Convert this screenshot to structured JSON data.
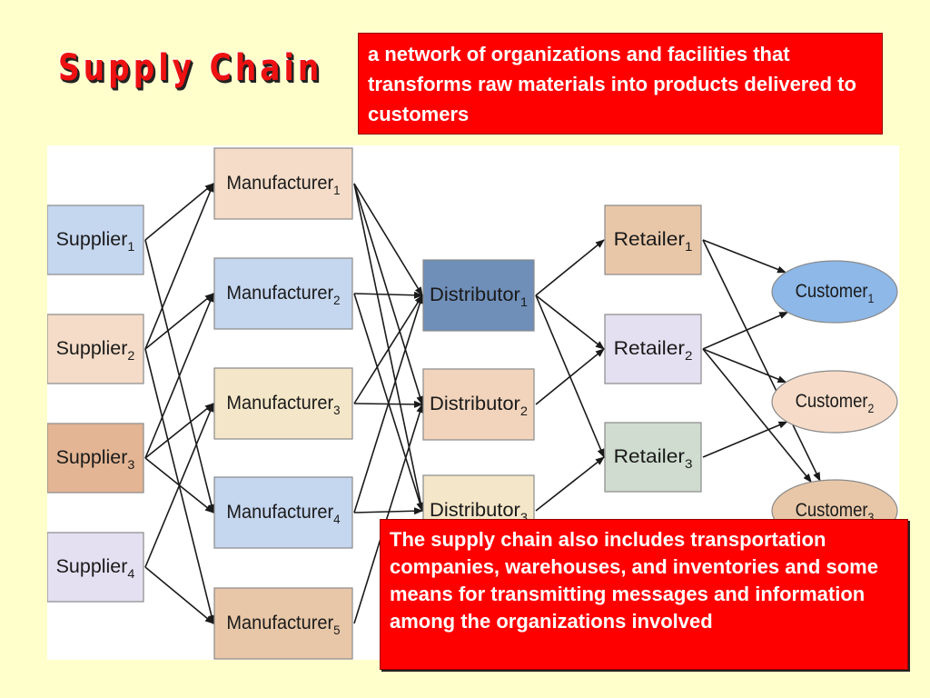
{
  "title": "Supply Chain",
  "definition": "a network of organizations and facilities that transforms raw materials into products delivered to customers",
  "note": "The supply chain also includes transportation companies, warehouses, and inventories and some means for transmitting messages and information among the organizations involved",
  "colors": {
    "slide_background": "#ffffcc",
    "title": "#ee1111",
    "callout": "#ff0000",
    "supplier_1": "#c5d6ef",
    "supplier_2": "#f4dcc8",
    "supplier_3": "#e3b594",
    "supplier_4": "#e4e0f1",
    "manufacturer_1": "#f4dcc8",
    "manufacturer_2": "#c5d6ef",
    "manufacturer_3": "#f4e6c8",
    "manufacturer_4": "#c5d6ef",
    "manufacturer_5": "#e8c7a8",
    "distributor_1": "#6f8fb9",
    "distributor_2": "#f2d4bc",
    "distributor_3": "#f4e6c8",
    "retailer_1": "#e8c7a8",
    "retailer_2": "#e4e0f1",
    "retailer_3": "#cfdccf",
    "customer_1": "#8db8e8",
    "customer_2": "#f6dcc8",
    "customer_3": "#e8c7a8"
  },
  "nodes": {
    "suppliers": [
      {
        "label": "Supplier",
        "sub": "1"
      },
      {
        "label": "Supplier",
        "sub": "2"
      },
      {
        "label": "Supplier",
        "sub": "3"
      },
      {
        "label": "Supplier",
        "sub": "4"
      }
    ],
    "manufacturers": [
      {
        "label": "Manufacturer",
        "sub": "1"
      },
      {
        "label": "Manufacturer",
        "sub": "2"
      },
      {
        "label": "Manufacturer",
        "sub": "3"
      },
      {
        "label": "Manufacturer",
        "sub": "4"
      },
      {
        "label": "Manufacturer",
        "sub": "5"
      }
    ],
    "distributors": [
      {
        "label": "Distributor",
        "sub": "1"
      },
      {
        "label": "Distributor",
        "sub": "2"
      },
      {
        "label": "Distributor",
        "sub": "3"
      }
    ],
    "retailers": [
      {
        "label": "Retailer",
        "sub": "1"
      },
      {
        "label": "Retailer",
        "sub": "2"
      },
      {
        "label": "Retailer",
        "sub": "3"
      }
    ],
    "customers": [
      {
        "label": "Customer",
        "sub": "1"
      },
      {
        "label": "Customer",
        "sub": "2"
      },
      {
        "label": "Customer",
        "sub": "3"
      }
    ]
  }
}
